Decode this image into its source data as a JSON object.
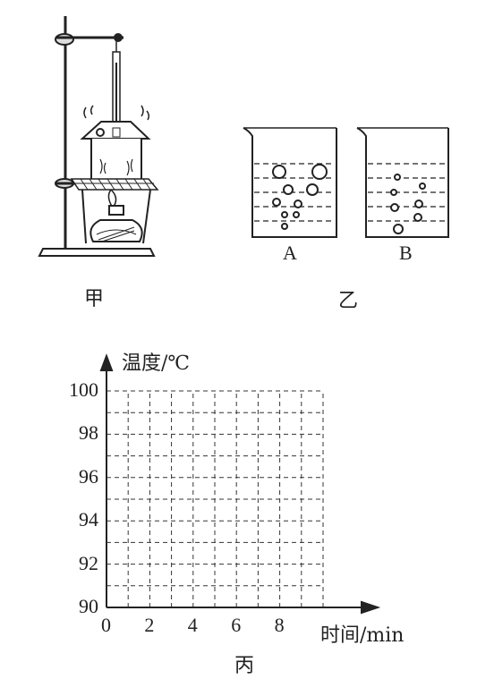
{
  "figure_labels": {
    "apparatus": "甲",
    "beakers": "乙",
    "graph": "丙"
  },
  "beakers": {
    "a_label": "A",
    "b_label": "B"
  },
  "graph": {
    "y_axis_label": "温度/℃",
    "x_axis_label": "时间/min"
  },
  "chart_data": {
    "type": "line",
    "ylabel": "温度/℃",
    "xlabel": "时间/min",
    "ylim": [
      90,
      100
    ],
    "xlim": [
      0,
      10
    ],
    "yticks": [
      90,
      92,
      94,
      96,
      98,
      100
    ],
    "xticks": [
      0,
      2,
      4,
      6,
      8
    ],
    "x_minor_step": 1,
    "y_minor_step": 1,
    "grid": true,
    "series": []
  }
}
